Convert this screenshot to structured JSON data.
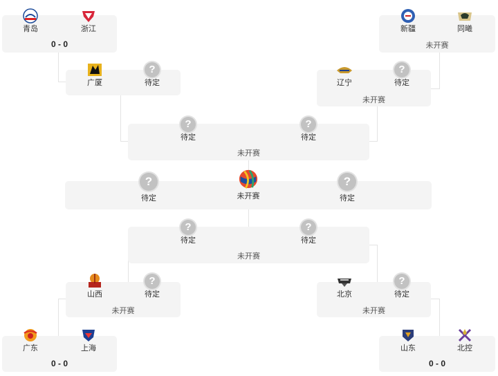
{
  "bracket": {
    "top_left_r1": {
      "team_a": "青岛",
      "team_b": "浙江",
      "score": "0 - 0"
    },
    "top_left_r2": {
      "team_a": "广厦",
      "team_b": "待定"
    },
    "top_right_r1": {
      "team_a": "新疆",
      "team_b": "同曦",
      "status": "未开赛"
    },
    "top_right_r2": {
      "team_a": "辽宁",
      "team_b": "待定",
      "status": "未开赛"
    },
    "top_semi": {
      "team_a": "待定",
      "team_b": "待定",
      "status": "未开赛"
    },
    "final": {
      "team_a": "待定",
      "status": "未开赛",
      "team_b": "待定"
    },
    "bottom_semi": {
      "team_a": "待定",
      "team_b": "待定",
      "status": "未开赛"
    },
    "bottom_left_r2": {
      "team_a": "山西",
      "team_b": "待定",
      "status": "未开赛"
    },
    "bottom_right_r2": {
      "team_a": "北京",
      "team_b": "待定",
      "status": "未开赛"
    },
    "bottom_left_r1": {
      "team_a": "广东",
      "team_b": "上海",
      "score": "0 - 0"
    },
    "bottom_right_r1": {
      "team_a": "山东",
      "team_b": "北控",
      "score": "0 - 0"
    }
  },
  "placeholder_glyph": "?",
  "colors": {
    "card_bg": "#f4f4f4",
    "connector": "#e3e3e3",
    "placeholder_circle": "#c2c2c2"
  }
}
